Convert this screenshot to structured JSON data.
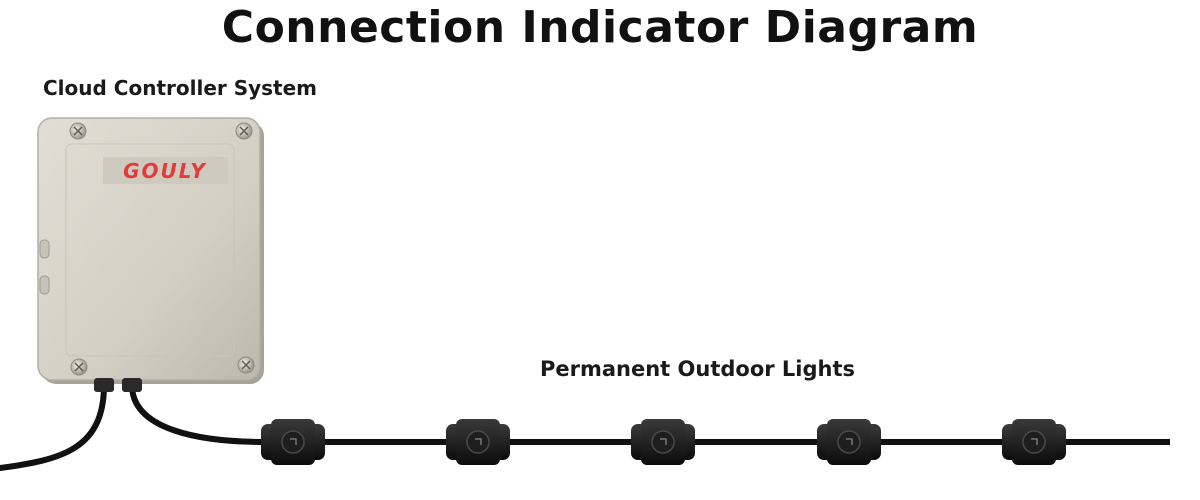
{
  "title": "Connection Indicator Diagram",
  "controller": {
    "label": "Cloud Controller System",
    "display_text": "GOULY",
    "display_color": "#e23b3b",
    "enclosure_color": "#d6d2c8"
  },
  "lights": {
    "label": "Permanent Outdoor Lights",
    "count": 5,
    "cable_color": "#111111"
  }
}
